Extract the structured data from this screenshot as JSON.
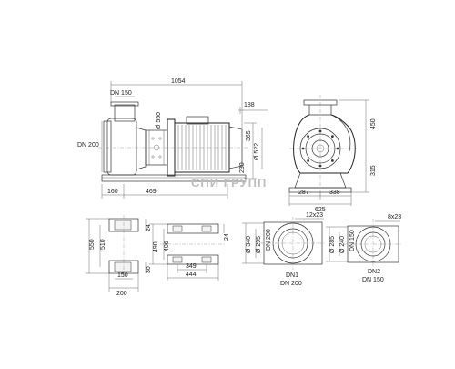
{
  "side_view": {
    "dn_suction": "DN 200",
    "dn_discharge": "DN 150",
    "overall_length": "1054",
    "height_188": "188",
    "dia_550": "Ø 550",
    "dia_522": "Ø 522",
    "dim_365": "365",
    "dim_230": "230",
    "dim_160": "160",
    "dim_469": "469"
  },
  "front_view": {
    "height_450": "450",
    "height_315": "315",
    "width_287": "287",
    "width_338": "338",
    "width_625": "625"
  },
  "foot_detail_1": {
    "dim_550": "550",
    "dim_510": "510",
    "dim_24": "24",
    "dim_150": "150",
    "dim_200": "200",
    "dim_30": "30"
  },
  "foot_detail_2": {
    "dim_490": "490",
    "dim_406": "406",
    "dim_24": "24",
    "dim_349": "349",
    "dim_444": "444"
  },
  "flange_dn1": {
    "bolts": "12x23",
    "dia_340": "Ø 340",
    "dia_295": "Ø 295",
    "dn_200": "DN 200",
    "caption_1": "DN1",
    "caption_2": "DN 200"
  },
  "flange_dn2": {
    "bolts": "8x23",
    "dia_285": "Ø 285",
    "dia_240": "Ø 240",
    "dn_150": "DN 150",
    "caption_1": "DN2",
    "caption_2": "DN 150"
  },
  "watermark": "СПИ ГРУПП"
}
